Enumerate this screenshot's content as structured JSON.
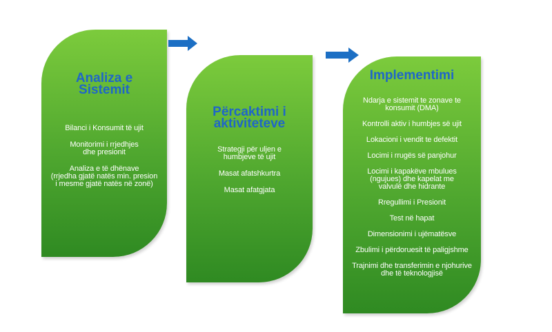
{
  "colors": {
    "card_top": "#7ccb3c",
    "card_bottom": "#2f8a22",
    "title": "#1f66c8",
    "arrow": "#1c6fc4",
    "text": "#ffffff"
  },
  "steps": [
    {
      "title": [
        "Analiza e",
        "Sistemit"
      ],
      "items": [
        "Bilanci i Konsumit të ujit",
        "Monitorimi i rrjedhjes\ndhe presionit",
        "Analiza e të dhënave\n(rrjedha gjatë natës min. presion\ni mesme gjatë natës në zonë)"
      ]
    },
    {
      "title": [
        "Përcaktimi i",
        "aktiviteteve"
      ],
      "items": [
        "Strategji për uljen e\nhumbjeve të ujit",
        "Masat afatshkurtra",
        "Masat afatgjata"
      ]
    },
    {
      "title": [
        "Implementimi"
      ],
      "items": [
        "Ndarja e sistemit te zonave te\nkonsumit (DMA)",
        "Kontrolli aktiv i humbjes së ujit",
        "Lokacioni i vendit te defektit",
        "Locimi i rrugës së panjohur",
        "Locimi i kapakëve mbulues\n(ngujues) dhe kapelat me\nvalvulë dhe hidrante",
        "Rregullimi i Presionit",
        "Test në hapat",
        "Dimensionimi i ujëmatësve",
        "Zbulimi i përdoruesit të paligjshme",
        "Trajnimi dhe transferimin e njohurive\ndhe të teknologjisë"
      ]
    }
  ],
  "arrows": [
    {
      "icon": "right-arrow-icon"
    },
    {
      "icon": "right-arrow-icon"
    }
  ]
}
